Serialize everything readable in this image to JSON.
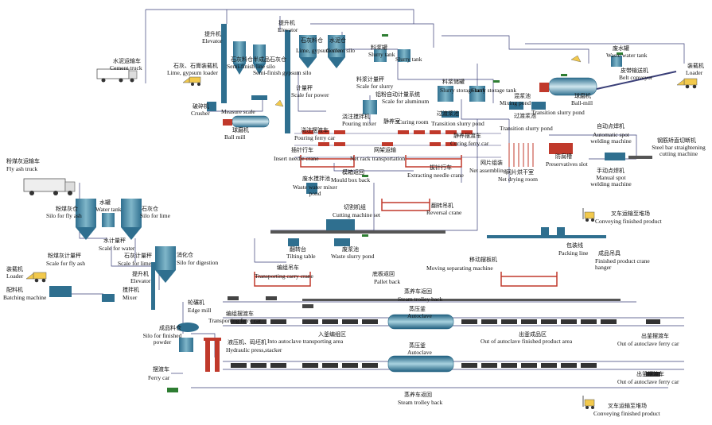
{
  "diagram": {
    "labels": {
      "cement_truck_zh": "水泥运输车",
      "cement_truck_en": "Cement truck",
      "lime_gypsum_loader_zh": "石灰、石膏装载机",
      "lime_gypsum_loader_en": "Lime, gypsum loader",
      "crusher_zh": "破碎机",
      "crusher_en": "Crusher",
      "elevator1_zh": "提升机",
      "elevator1_en": "Elevator",
      "gypsum_silo_zh": "石灰料仓",
      "gypsum_silo_en": "Semi-finish line silo",
      "semi_finish_gypsum_zh": "半成品石灰仓",
      "semi_finish_gypsum_en": "Semi-finish gypsum silo",
      "measure_scale_en": "Measure scale",
      "ball_mill_a_zh": "球磨机",
      "ball_mill_a_en": "Ball mill",
      "elevator2_zh": "提升机",
      "elevator2_en": "Elevator",
      "lime_gypsum_silo_zh": "石灰料仓",
      "lime_gypsum_silo_en": "Lime, gypsum silo",
      "cement_silo_zh": "水泥仓",
      "cement_silo_en": "Cement silo",
      "scale_power_zh": "计量秤",
      "scale_power_en": "Scale for power",
      "slurry_tank_zh": "料浆罐",
      "slurry_tank_en": "Slurry tank",
      "slurry_tank2_en": "Slurry tank",
      "scale_slurry_zh": "料浆计量秤",
      "scale_slurry_en": "Scale for slurry",
      "scale_aluminum_zh": "铝粉自动计量系统",
      "scale_aluminum_en": "Scale for aluminum",
      "pouring_mixer_zh": "浇注搅拌机",
      "pouring_mixer_en": "Pouring mixer",
      "curing_room_zh": "静养室",
      "curing_room_en": "Curing room",
      "slurry_storage_zh": "料浆储罐",
      "slurry_storage_en": "Slurry storage tank",
      "slurry_storage2_en": "Slurry storage tank",
      "transition_pond1_zh": "过渡浆池",
      "transition_pond1_en": "Transition slurry pond",
      "mixing_pond_zh": "混浆池",
      "mixing_pond_en": "Mixing pond",
      "transition_pond2_zh": "过渡浆池",
      "transition_pond2_en": "Transition slurry pond",
      "transition_pond3_en": "Transition slurry pond",
      "waste_water_tank_zh": "废水罐",
      "waste_water_tank_en": "Waste water tank",
      "belt_conveyor_zh": "皮带输送机",
      "belt_conveyor_en": "Belt conveyor",
      "loader_tr_zh": "装载机",
      "loader_tr_en": "Loader",
      "ball_mill_b_zh": "球磨机",
      "ball_mill_b_en": "Ball-mill",
      "pouring_ferry_zh": "浇注摆渡车",
      "pouring_ferry_en": "Pouring ferry car",
      "curing_ferry_zh": "静养摆渡车",
      "curing_ferry_en": "Curing ferry car",
      "insert_needle_zh": "插针行车",
      "insert_needle_en": "Insert needle crane",
      "net_rack_zh": "网架运输",
      "net_rack_en": "Net rack transportation",
      "extract_needle_zh": "拔针行车",
      "extract_needle_en": "Extracting needle crane",
      "net_assembling_zh": "网片组装",
      "net_assembling_en": "Net assembling",
      "preservatives_zh": "防腐槽",
      "preservatives_en": "Preservatives slot",
      "net_drying_zh": "网片烘干室",
      "net_drying_en": "Net drying room",
      "spot_welding_auto_zh": "自动点焊机",
      "spot_welding_auto_en": "Automatic spot welding machine",
      "steel_bar_zh": "钢筋矫直切断机",
      "steel_bar_en": "Steel bar straightening cutting machine",
      "spot_welding_manual_zh": "手动点焊机",
      "spot_welding_manual_en": "Manual spot welding machine",
      "mould_box_zh": "模箱返回",
      "mould_box_en": "Mould box back",
      "waste_mixer_zh": "废水搅拌池",
      "waste_mixer_en": "Waste water mixer pond",
      "reversal_crane_zh": "翻转吊机",
      "reversal_crane_en": "Reversal crane",
      "cutting_set_zh": "切割机组",
      "cutting_set_en": "Cutting machine set",
      "tilting_table_zh": "翻转台",
      "tilting_table_en": "Tilting table",
      "waste_slurry_zh": "废浆池",
      "waste_slurry_en": "Waste slurry pond",
      "fly_ash_truck_zh": "粉煤灰运输车",
      "fly_ash_truck_en": "Fly ash truck",
      "silo_fly_ash_zh": "粉煤灰仓",
      "silo_fly_ash_en": "Silo for fly ash",
      "water_tank_zh": "水罐",
      "water_tank_en": "Water tank",
      "silo_lime_zh": "石灰仓",
      "silo_lime_en": "Silo for lime",
      "scale_water_zh": "水计量秤",
      "scale_water_en": "Scale for water",
      "scale_fly_ash_zh": "粉煤灰计量秤",
      "scale_fly_ash_en": "Scale for fly ash",
      "scale_lime_zh": "石灰计量秤",
      "scale_lime_en": "Scale for lime",
      "silo_digestion_zh": "消化仓",
      "silo_digestion_en": "Silo for digestion",
      "loader_l_zh": "装载机",
      "loader_l_en": "Loader",
      "batching_zh": "配料机",
      "batching_en": "Batching machine",
      "mixer_zh": "搅拌机",
      "mixer_en": "Mixer",
      "elevator3_zh": "提升机",
      "elevator3_en": "Elevator",
      "edge_mill_zh": "轮碾机",
      "edge_mill_en": "Edge mill",
      "finished_powder_zh": "成品料仓",
      "finished_powder_en": "Silo for finished powder",
      "hydraulic_zh": "液压机、码坯机",
      "hydraulic_en": "Hydraulic press,stacker",
      "ferry_car_zh": "摆渡车",
      "ferry_car_en": "Ferry car",
      "transport_carry_zh": "编组吊车",
      "transport_carry_en": "Transporting carry crane",
      "pallet_back_zh": "底板返回",
      "pallet_back_en": "Pallet back",
      "moving_sep_zh": "移动摆板机",
      "moving_sep_en": "Moving separating machine",
      "crane_hanger_zh": "成品吊具",
      "crane_hanger_en": "Finished product crane hanger",
      "packing_zh": "包装线",
      "packing_en": "Packing line",
      "conveying_top_zh": "叉车运输至堆场",
      "conveying_top_en": "Conveying finished product",
      "steam_trolley1_zh": "蒸养车返回",
      "steam_trolley1_en": "Steam trolley back",
      "transporting_ferry_zh": "编组摆渡车",
      "transporting_ferry_en": "Transporting ferry car",
      "into_autoclave_zh": "入釜编组区",
      "into_autoclave_en": "Into autoclave transporting area",
      "autoclave1_zh": "蒸压釜",
      "autoclave1_en": "Autoclave",
      "out_autoclave_zh": "出釜成品区",
      "out_autoclave_en": "Out of autoclave finished product area",
      "out_ferry1_zh": "出釜摆渡车",
      "out_ferry1_en": "Out of autoclave ferry car",
      "autoclave2_zh": "蒸压釜",
      "autoclave2_en": "Autoclave",
      "out_ferry2_zh": "出釜摆渡车",
      "out_ferry2_en": "Out of autoclave ferry car",
      "steam_trolley2_zh": "蒸养车返回",
      "steam_trolley2_en": "Steam trolley back",
      "conveying_bottom_zh": "叉车运输至堆场",
      "conveying_bottom_en": "Conveying finished product"
    },
    "colors": {
      "line": "#3a3f78",
      "silo": "#2f6f8f",
      "silo_light": "#7fb6c9",
      "yellow": "#f2c94c",
      "red": "#c0392b",
      "gray": "#555555",
      "green": "#2e7d32"
    }
  }
}
